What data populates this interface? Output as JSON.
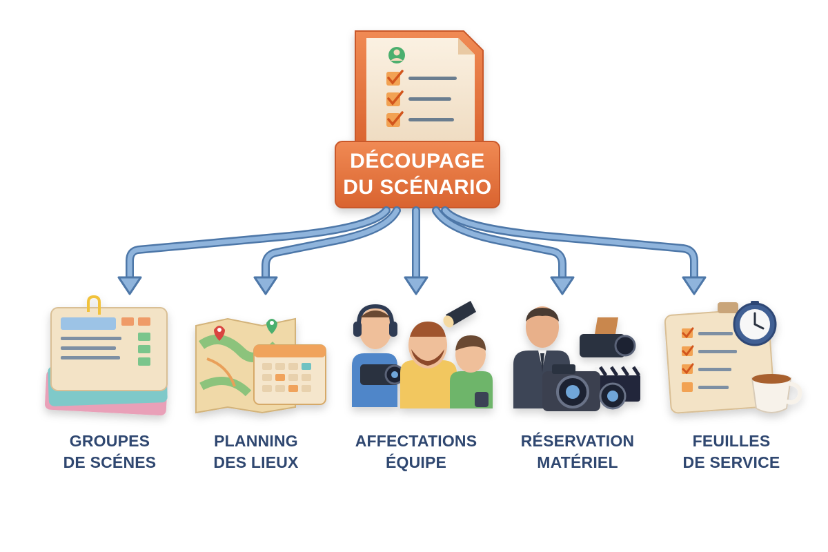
{
  "root": {
    "line1": "DÉCOUPAGE",
    "line2": "DU SCÉNARIO",
    "icon": "script-checklist-document-icon"
  },
  "nodes": [
    {
      "line1": "GROUPES",
      "line2": "DE SCÉNES",
      "icon": "scene-cards-icon"
    },
    {
      "line1": "PLANNING",
      "line2": "DES LIEUX",
      "icon": "map-calendar-icon"
    },
    {
      "line1": "AFFECTATIONS",
      "line2": "ÉQUIPE",
      "icon": "film-crew-icon"
    },
    {
      "line1": "RÉSERVATION",
      "line2": "MATÉRIEL",
      "icon": "camera-equipment-icon"
    },
    {
      "line1": "FEUILLES",
      "line2": "DE SERVICE",
      "icon": "call-sheet-clock-icon"
    }
  ],
  "colors": {
    "root_orange": "#e8733f",
    "root_orange_dark": "#c9582a",
    "arrow_blue": "#7fa7d3",
    "arrow_blue_dark": "#4d77a8",
    "label_navy": "#2f4770"
  }
}
